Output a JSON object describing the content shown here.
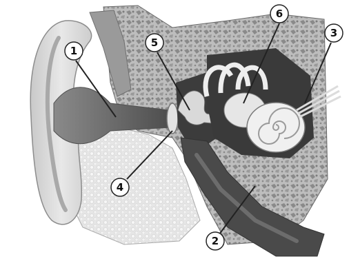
{
  "diagram": {
    "labels": [
      {
        "id": "label-1",
        "text": "1"
      },
      {
        "id": "label-2",
        "text": "2"
      },
      {
        "id": "label-3",
        "text": "3"
      },
      {
        "id": "label-4",
        "text": "4"
      },
      {
        "id": "label-5",
        "text": "5"
      },
      {
        "id": "label-6",
        "text": "6"
      }
    ]
  },
  "colors": {
    "skin": "#d8d8d8",
    "bone": "#b8b8b8",
    "canal": "#707070",
    "tube": "#4a4a4a",
    "cochlea": "#f2f2f2",
    "background": "#ffffff"
  }
}
